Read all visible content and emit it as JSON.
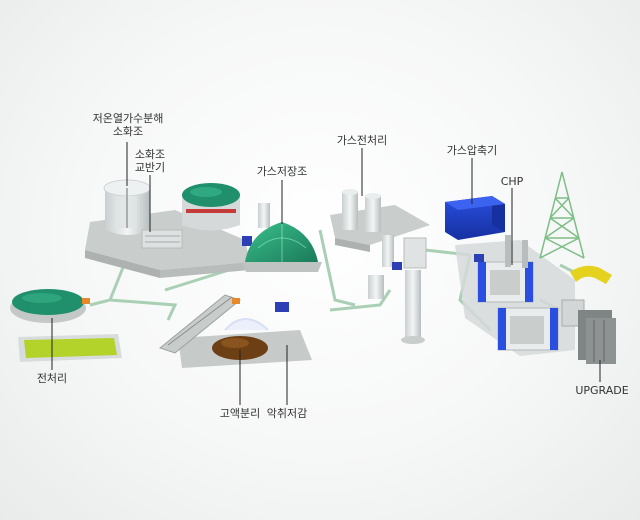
{
  "labels": {
    "low_temp_hydrolysis": "저온열가수분해",
    "digester_top": "소화조",
    "digester_agitator_line1": "소화조",
    "digester_agitator_line2": "교반기",
    "gas_storage_tank": "가스저장조",
    "gas_pretreatment": "가스전처리",
    "gas_compressor": "가스압축기",
    "chp": "CHP",
    "pretreatment": "전처리",
    "solid_liquid_separation": "고액분리",
    "odor_reduction": "악취저감",
    "upgrade": "UPGRADE"
  },
  "colors": {
    "platform": "#c9cdcc",
    "pipe": "#a9d0b4",
    "tank_green": "#1f8f6c",
    "dome_green": "#2fa27a",
    "lime_pool": "#b3d22a",
    "compressor_blue": "#1e3cc0",
    "pump_blue": "#2d3fb5",
    "tower": "#7dbd86",
    "yellow_pipe": "#e5d21f"
  }
}
